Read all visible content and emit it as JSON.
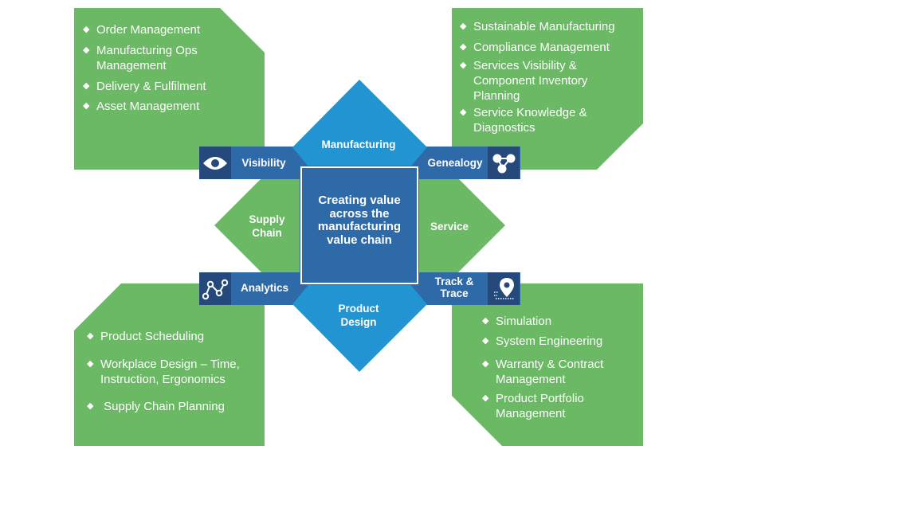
{
  "colors": {
    "green": "#6bb865",
    "blue_band": "#2f6aa8",
    "icon_box": "#24497a",
    "diamond_blue": "#2394d2",
    "text": "#ffffff"
  },
  "center": {
    "text": "Creating value across the manufacturing value chain"
  },
  "diamond": {
    "top": "Manufacturing",
    "bottom": "Product\nDesign",
    "left": "Supply\nChain",
    "right": "Service"
  },
  "bands": {
    "top_left": {
      "label": "Visibility",
      "icon": "eye-icon"
    },
    "top_right": {
      "label": "Genealogy",
      "icon": "network-icon"
    },
    "bottom_left": {
      "label": "Analytics",
      "icon": "line-graph-icon"
    },
    "bottom_right": {
      "label": "Track &\nTrace",
      "icon": "location-pin-icon"
    }
  },
  "panels": {
    "top_left": {
      "items": [
        "Order Management",
        "Manufacturing Ops Management",
        "Delivery & Fulfilment",
        "Asset Management"
      ]
    },
    "top_right": {
      "items": [
        "Sustainable Manufacturing",
        "Compliance Management",
        "Services Visibility & Component Inventory Planning",
        "Service Knowledge & Diagnostics"
      ]
    },
    "bottom_left": {
      "items": [
        "Product Scheduling",
        "Workplace Design – Time, Instruction, Ergonomics",
        " Supply Chain Planning"
      ]
    },
    "bottom_right": {
      "items": [
        "Simulation",
        "System Engineering",
        "Warranty & Contract Management",
        "Product Portfolio Management"
      ]
    }
  },
  "bullet_glyph": "◆"
}
